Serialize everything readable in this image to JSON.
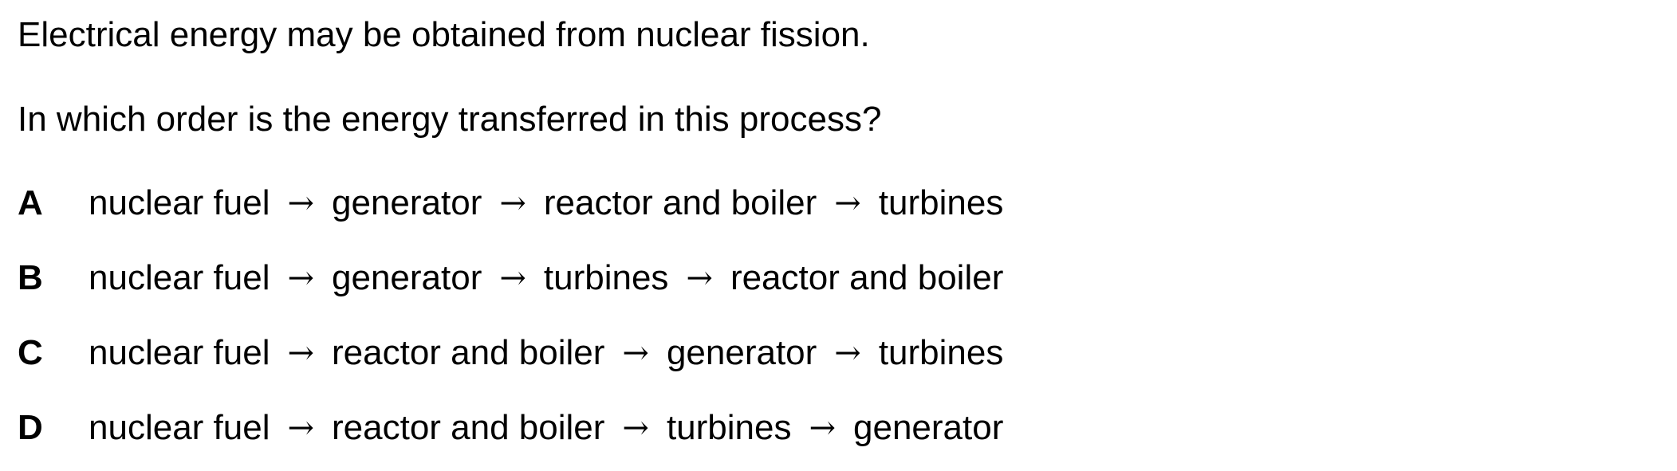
{
  "question": {
    "stem": "Electrical energy may be obtained from nuclear fission.",
    "prompt": "In which order is the energy transferred in this process?"
  },
  "arrow_symbol": "→",
  "options": [
    {
      "letter": "A",
      "steps": [
        "nuclear fuel",
        "generator",
        "reactor and boiler",
        "turbines"
      ]
    },
    {
      "letter": "B",
      "steps": [
        "nuclear fuel",
        "generator",
        "turbines",
        "reactor and boiler"
      ]
    },
    {
      "letter": "C",
      "steps": [
        "nuclear fuel",
        "reactor and boiler",
        "generator",
        "turbines"
      ]
    },
    {
      "letter": "D",
      "steps": [
        "nuclear fuel",
        "reactor and boiler",
        "turbines",
        "generator"
      ]
    }
  ]
}
